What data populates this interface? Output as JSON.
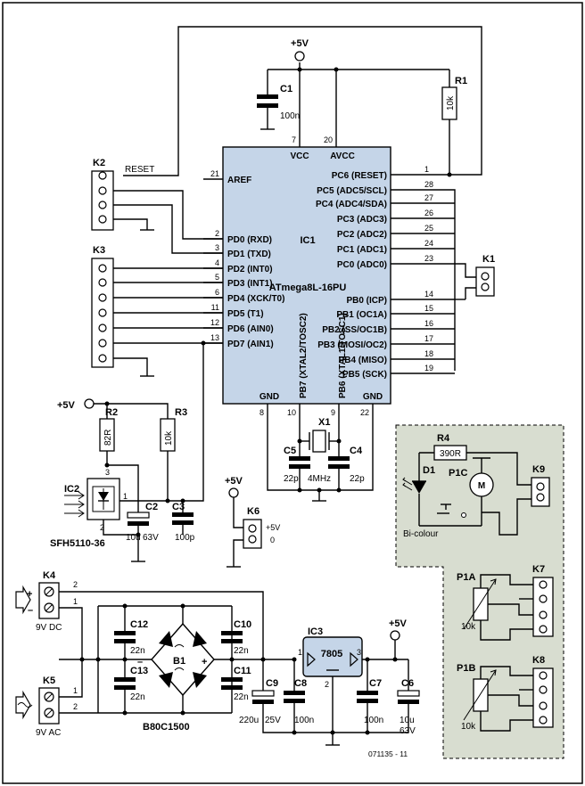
{
  "supply": {
    "vcc_label": "+5V",
    "zero_label": "0"
  },
  "ic1": {
    "name": "IC1",
    "part": "ATmega8L-16PU",
    "top_pins": [
      {
        "num": "7",
        "name": "VCC"
      },
      {
        "num": "20",
        "name": "AVCC"
      }
    ],
    "bottom_pins": [
      {
        "num": "8",
        "name": "GND"
      },
      {
        "num": "10",
        "name": "PB7 (XTAL2/TOSC2)"
      },
      {
        "num": "9",
        "name": "PB6 (XTAL1/TOSC1)"
      },
      {
        "num": "22",
        "name": "GND"
      }
    ],
    "left_pins": [
      {
        "num": "21",
        "name": "AREF"
      },
      {
        "num": "2",
        "name": "PD0 (RXD)"
      },
      {
        "num": "3",
        "name": "PD1 (TXD)"
      },
      {
        "num": "4",
        "name": "PD2 (INT0)"
      },
      {
        "num": "5",
        "name": "PD3 (INT1)"
      },
      {
        "num": "6",
        "name": "PD4 (XCK/T0)"
      },
      {
        "num": "11",
        "name": "PD5 (T1)"
      },
      {
        "num": "12",
        "name": "PD6 (AIN0)"
      },
      {
        "num": "13",
        "name": "PD7 (AIN1)"
      }
    ],
    "right_pins": [
      {
        "num": "1",
        "name": "PC6 (RESET)"
      },
      {
        "num": "28",
        "name": "PC5 (ADC5/SCL)"
      },
      {
        "num": "27",
        "name": "PC4 (ADC4/SDA)"
      },
      {
        "num": "26",
        "name": "PC3 (ADC3)"
      },
      {
        "num": "25",
        "name": "PC2 (ADC2)"
      },
      {
        "num": "24",
        "name": "PC1 (ADC1)"
      },
      {
        "num": "23",
        "name": "PC0 (ADC0)"
      },
      {
        "num": "14",
        "name": "PB0 (ICP)"
      },
      {
        "num": "15",
        "name": "PB1 (OC1A)"
      },
      {
        "num": "16",
        "name": "PB2 (SS/OC1B)"
      },
      {
        "num": "17",
        "name": "PB3 (MOSI/OC2)"
      },
      {
        "num": "18",
        "name": "PB4 (MISO)"
      },
      {
        "num": "19",
        "name": "PB5 (SCK)"
      }
    ]
  },
  "parts": {
    "c1": {
      "name": "C1",
      "value": "100n"
    },
    "r1": {
      "name": "R1",
      "value": "10k"
    },
    "k2": {
      "name": "K2",
      "signal": "RESET"
    },
    "k3": {
      "name": "K3"
    },
    "k1": {
      "name": "K1"
    },
    "x1": {
      "name": "X1",
      "value": "4MHz"
    },
    "c5": {
      "name": "C5",
      "value": "22p"
    },
    "c4": {
      "name": "C4",
      "value": "22p"
    },
    "r2": {
      "name": "R2",
      "value": "82R"
    },
    "r3": {
      "name": "R3",
      "value": "10k"
    },
    "ic2": {
      "name": "IC2",
      "part": "SFH5110-36"
    },
    "c2": {
      "name": "C2",
      "value": "10u",
      "voltage": "63V"
    },
    "c3": {
      "name": "C3",
      "value": "100p"
    },
    "k6": {
      "name": "K6"
    },
    "r4": {
      "name": "R4",
      "value": "390R"
    },
    "d1": {
      "name": "D1",
      "note": "Bi-colour"
    },
    "p1c": {
      "name": "P1C"
    },
    "k9": {
      "name": "K9"
    },
    "p1a": {
      "name": "P1A",
      "value": "10k"
    },
    "k7": {
      "name": "K7"
    },
    "p1b": {
      "name": "P1B",
      "value": "10k"
    },
    "k8": {
      "name": "K8"
    },
    "k4": {
      "name": "K4",
      "note": "9V DC"
    },
    "k5": {
      "name": "K5",
      "note": "9V AC"
    },
    "b1": {
      "name": "B1",
      "part": "B80C1500"
    },
    "c10": {
      "name": "C10",
      "value": "22n"
    },
    "c11": {
      "name": "C11",
      "value": "22n"
    },
    "c12": {
      "name": "C12",
      "value": "22n"
    },
    "c13": {
      "name": "C13",
      "value": "22n"
    },
    "ic3": {
      "name": "IC3",
      "part": "7805"
    },
    "c9": {
      "name": "C9",
      "value": "220u",
      "voltage": "25V"
    },
    "c8": {
      "name": "C8",
      "value": "100n"
    },
    "c7": {
      "name": "C7",
      "value": "100n"
    },
    "c6": {
      "name": "C6",
      "value": "10u",
      "voltage": "63V"
    }
  },
  "pin_labels": {
    "one": "1",
    "two": "2",
    "three": "3"
  },
  "polarity": {
    "plus": "+",
    "minus": "–"
  },
  "figure_code": "071135 - 11",
  "colors": {
    "ic_fill": "#c5d5e8",
    "panel_fill": "#d8ddd0",
    "wire": "#000000"
  }
}
